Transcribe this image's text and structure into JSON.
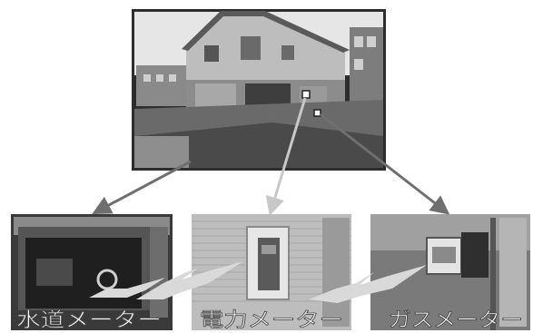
{
  "captions": {
    "water_meter": "水道メーター",
    "electric_meter": "電力メーター",
    "gas_meter": "ガスメーター"
  },
  "colors": {
    "background": "#ffffff",
    "photo_dark": "#2a2a2a",
    "connector_dark": "#6f6f6f",
    "connector_light": "#c8c8c8",
    "caption_fill": "#ffffff",
    "caption_stroke": "#444444"
  }
}
